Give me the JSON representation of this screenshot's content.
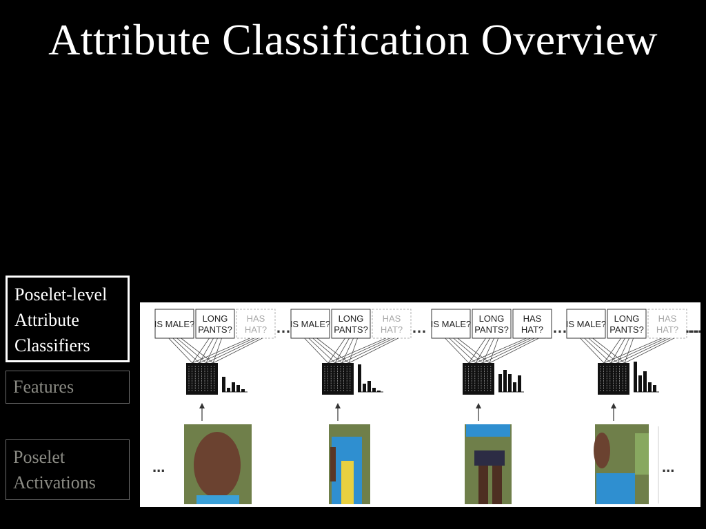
{
  "slide": {
    "title": "Attribute Classification Overview"
  },
  "stages": [
    {
      "lines": [
        "Poselet-level",
        "Attribute",
        "Classifiers"
      ],
      "state": "active"
    },
    {
      "lines": [
        "Features"
      ],
      "state": "inactive"
    },
    {
      "lines": [
        "Poselet",
        "Activations"
      ],
      "state": "inactive"
    }
  ],
  "figure": {
    "columns": [
      {
        "questions": [
          {
            "lines": [
              "IS MALE?"
            ],
            "faded": false
          },
          {
            "lines": [
              "LONG",
              "PANTS?"
            ],
            "faded": false
          },
          {
            "lines": [
              "HAS",
              "HAT?"
            ],
            "faded": true
          }
        ],
        "bars": [
          22,
          6,
          14,
          10,
          4
        ],
        "photo": "face-crop"
      },
      {
        "questions": [
          {
            "lines": [
              "IS MALE?"
            ],
            "faded": false
          },
          {
            "lines": [
              "LONG",
              "PANTS?"
            ],
            "faded": false
          },
          {
            "lines": [
              "HAS",
              "HAT?"
            ],
            "faded": true
          }
        ],
        "bars": [
          40,
          12,
          16,
          6,
          2
        ],
        "photo": "torso-crop"
      },
      {
        "questions": [
          {
            "lines": [
              "IS MALE?"
            ],
            "faded": false
          },
          {
            "lines": [
              "LONG",
              "PANTS?"
            ],
            "faded": false
          },
          {
            "lines": [
              "HAS",
              "HAT?"
            ],
            "faded": false
          }
        ],
        "bars": [
          26,
          32,
          26,
          14,
          24
        ],
        "photo": "legs-crop"
      },
      {
        "questions": [
          {
            "lines": [
              "IS MALE?"
            ],
            "faded": false
          },
          {
            "lines": [
              "LONG",
              "PANTS?"
            ],
            "faded": false
          },
          {
            "lines": [
              "HAS",
              "HAT?"
            ],
            "faded": true
          }
        ],
        "bars": [
          44,
          24,
          30,
          14,
          10
        ],
        "photo": "shoulder-crop"
      }
    ],
    "ellipsis": "…",
    "side_ellipsis": "..."
  }
}
